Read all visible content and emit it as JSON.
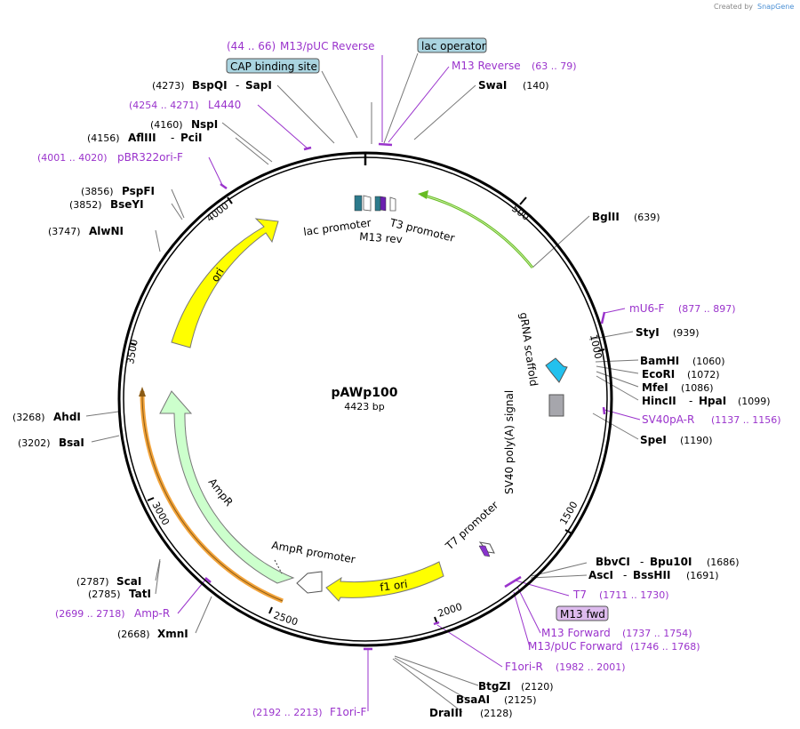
{
  "plasmid": {
    "name": "pAWp100",
    "size": "4423 bp",
    "length": 4423
  },
  "logo": {
    "prefix": "Created by",
    "brand": "SnapGene"
  },
  "ticks": [
    "500",
    "1000",
    "1500",
    "2000",
    "2500",
    "3000",
    "3500",
    "4000"
  ],
  "enzymes": [
    {
      "id": "swai",
      "name": "SwaI",
      "pos": "(140)"
    },
    {
      "id": "bglii",
      "name": "BglII",
      "pos": "(639)"
    },
    {
      "id": "styi",
      "name": "StyI",
      "pos": "(939)"
    },
    {
      "id": "bamhi",
      "name": "BamHI",
      "pos": "(1060)"
    },
    {
      "id": "ecori",
      "name": "EcoRI",
      "pos": "(1072)"
    },
    {
      "id": "mfei",
      "name": "MfeI",
      "pos": "(1086)"
    },
    {
      "id": "hincii",
      "name": "HincII",
      "name2": "HpaI",
      "pos": "(1099)"
    },
    {
      "id": "spei",
      "name": "SpeI",
      "pos": "(1190)"
    },
    {
      "id": "bbvci",
      "name": "BbvCI",
      "name2": "Bpu10I",
      "pos": "(1686)"
    },
    {
      "id": "asci",
      "name": "AscI",
      "name2": "BssHII",
      "pos": "(1691)"
    },
    {
      "id": "btgzi",
      "name": "BtgZI",
      "pos": "(2120)"
    },
    {
      "id": "bsaai",
      "name": "BsaAI",
      "pos": "(2125)"
    },
    {
      "id": "draiii",
      "name": "DraIII",
      "pos": "(2128)"
    },
    {
      "id": "xmni",
      "name": "XmnI",
      "pos": "(2668)"
    },
    {
      "id": "tati",
      "name": "TatI",
      "pos": "(2785)"
    },
    {
      "id": "scai",
      "name": "ScaI",
      "pos": "(2787)"
    },
    {
      "id": "bsai",
      "name": "BsaI",
      "pos": "(3202)"
    },
    {
      "id": "ahdi",
      "name": "AhdI",
      "pos": "(3268)"
    },
    {
      "id": "alwni",
      "name": "AlwNI",
      "pos": "(3747)"
    },
    {
      "id": "bseyi",
      "name": "BseYI",
      "pos": "(3852)"
    },
    {
      "id": "pspfi",
      "name": "PspFI",
      "pos": "(3856)"
    },
    {
      "id": "afliii",
      "name": "AflIII",
      "name2": "PciI",
      "pos": "(4156)"
    },
    {
      "id": "nspi",
      "name": "NspI",
      "pos": "(4160)"
    },
    {
      "id": "bspqi",
      "name": "BspQI",
      "name2": "SapI",
      "pos": "(4273)"
    }
  ],
  "primers": [
    {
      "id": "m13puc-reverse",
      "name": "M13/pUC Reverse",
      "range": "(44 .. 66)"
    },
    {
      "id": "m13-reverse",
      "name": "M13 Reverse",
      "range": "(63 .. 79)"
    },
    {
      "id": "mu6-f",
      "name": "mU6-F",
      "range": "(877 .. 897)"
    },
    {
      "id": "sv40pa-r",
      "name": "SV40pA-R",
      "range": "(1137 .. 1156)"
    },
    {
      "id": "t7",
      "name": "T7",
      "range": "(1711 .. 1730)"
    },
    {
      "id": "m13-forward",
      "name": "M13 Forward",
      "range": "(1737 .. 1754)"
    },
    {
      "id": "m13puc-forward",
      "name": "M13/pUC Forward",
      "range": "(1746 .. 1768)"
    },
    {
      "id": "f1ori-r",
      "name": "F1ori-R",
      "range": "(1982 .. 2001)"
    },
    {
      "id": "f1ori-f",
      "name": "F1ori-F",
      "range": "(2192 .. 2213)"
    },
    {
      "id": "amp-r",
      "name": "Amp-R",
      "range": "(2699 .. 2718)"
    },
    {
      "id": "pbr322ori-f",
      "name": "pBR322ori-F",
      "range": "(4001 .. 4020)"
    },
    {
      "id": "l4440",
      "name": "L4440",
      "range": "(4254 .. 4271)"
    }
  ],
  "boxed_labels": {
    "lac_operator": "lac operator",
    "cap_site": "CAP binding site",
    "m13_fwd": "M13 fwd"
  },
  "features": {
    "lac_promoter": "lac promoter",
    "m13_rev": "M13 rev",
    "t3_promoter": "T3 promoter",
    "grna": "gRNA scaffold",
    "sv40": "SV40 poly(A) signal",
    "t7_promoter": "T7 promoter",
    "f1_ori": "f1 ori",
    "ampr_promoter": "AmpR promoter",
    "ampr": "AmpR",
    "ori": "ori"
  },
  "colors": {
    "primer": "#9a33cc",
    "backbone": "#000000",
    "ori": "#ffff00",
    "ampr": "#ccffcc",
    "orange_primer_track": "#f2a33a",
    "green_arc": "#66bb22",
    "grna": "#22c1ee",
    "sv40": "#a6a6ac",
    "lac_operator_box": "#aad4e0",
    "m13_fwd_box": "#ddbbee"
  }
}
